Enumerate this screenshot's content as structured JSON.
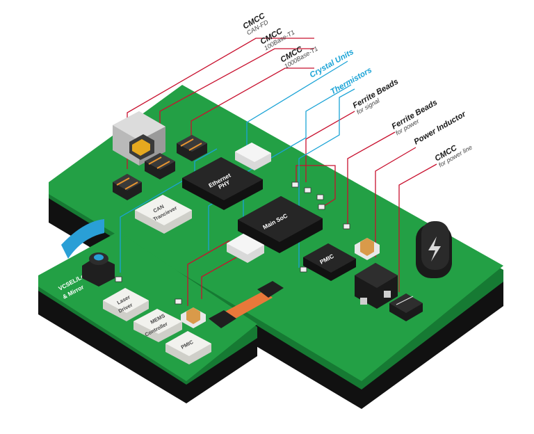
{
  "colors": {
    "board_green": "#23a045",
    "board_dark": "#167a33",
    "shadow": "#111111",
    "callout_red": "#c8102e",
    "callout_blue": "#1aa3d6",
    "chip_black": "#1f1f1f",
    "module_white": "#f2f2ee",
    "flex_orange": "#e8783a",
    "blue_arc": "#2a9fd6"
  },
  "callouts": [
    {
      "id": "cmcc-canfd",
      "title": "CMCC",
      "subtitle": "CAN-FD",
      "color": "red"
    },
    {
      "id": "cmcc-100base",
      "title": "CMCC",
      "subtitle": "100Base-T1",
      "color": "red"
    },
    {
      "id": "cmcc-1000base",
      "title": "CMCC",
      "subtitle": "1000Base-T1",
      "color": "red"
    },
    {
      "id": "crystal-units",
      "title": "Crystal Units",
      "subtitle": "",
      "color": "blue"
    },
    {
      "id": "thermistors",
      "title": "Thermistors",
      "subtitle": "",
      "color": "blue"
    },
    {
      "id": "ferrite-signal",
      "title": "Ferrite Beads",
      "subtitle": "for signal",
      "color": "red"
    },
    {
      "id": "ferrite-power",
      "title": "Ferrite Beads",
      "subtitle": "for power",
      "color": "red"
    },
    {
      "id": "power-inductor",
      "title": "Power Inductor",
      "subtitle": "",
      "color": "red"
    },
    {
      "id": "cmcc-powerline",
      "title": "CMCC",
      "subtitle": "for power line",
      "color": "red"
    }
  ],
  "chips": {
    "ethernet_phy": [
      "Ethernet",
      "PHY"
    ],
    "main_soc": "Main SoC",
    "pmic_main": "PMIC"
  },
  "modules": {
    "can_transceiver": [
      "CAN",
      "Tranciever"
    ],
    "laser_driver": [
      "Laser",
      "Driver"
    ],
    "mems_controller": [
      "MEMS",
      "Controller"
    ],
    "pmic_small": "PMIC"
  },
  "small_board_label": [
    "VCSEL/Lens",
    "& Mirror"
  ]
}
